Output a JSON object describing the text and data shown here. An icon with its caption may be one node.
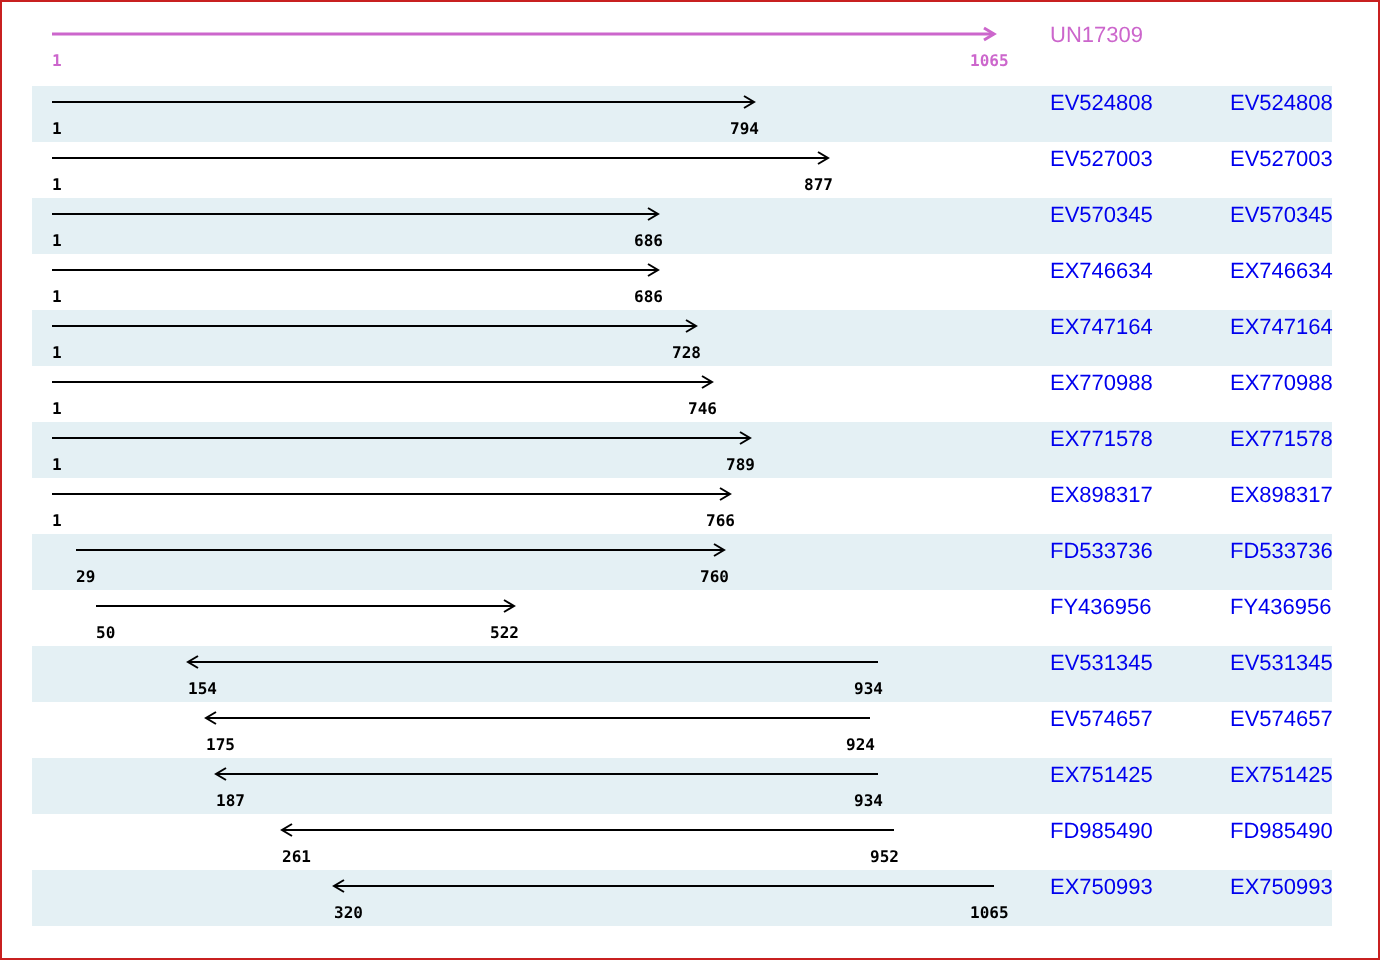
{
  "diagram": {
    "labels": [
      "UN17309",
      "1",
      "1065",
      "EV524808",
      "EV524808",
      "1",
      "794",
      "EV527003",
      "EV527003",
      "1",
      "877",
      "EV570345",
      "EV570345",
      "1",
      "686",
      "EX746634",
      "EX746634",
      "1",
      "686",
      "EX747164",
      "EX747164",
      "1",
      "728",
      "EX770988",
      "EX770988",
      "1",
      "746",
      "EX771578",
      "EX771578",
      "1",
      "789",
      "EX898317",
      "EX898317",
      "1",
      "766",
      "FD533736",
      "FD533736",
      "29",
      "760",
      "FY436956",
      "FY436956",
      "50",
      "522",
      "EV531345",
      "EV531345",
      "154",
      "934",
      "EV574657",
      "EV574657",
      "175",
      "924",
      "EX751425",
      "EX751425",
      "187",
      "934",
      "FD985490",
      "FD985490",
      "261",
      "952",
      "EX750993",
      "EX750993",
      "320",
      "1065"
    ]
  }
}
